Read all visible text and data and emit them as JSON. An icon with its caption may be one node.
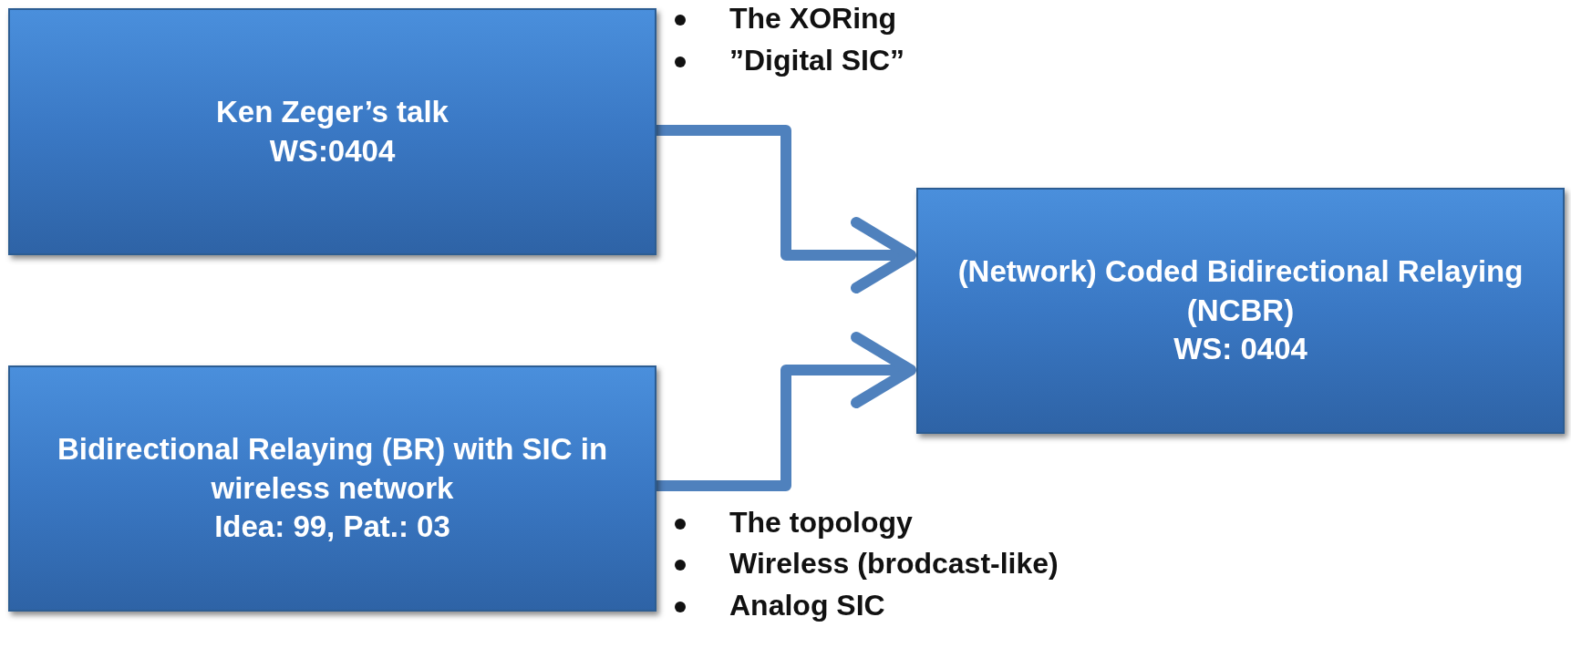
{
  "diagram": {
    "nodes": [
      {
        "text": [
          "Ken Zeger’s talk",
          "WS:0404"
        ]
      },
      {
        "text": [
          "Bidirectional Relaying (BR) with SIC in wireless network",
          "Idea: 99, Pat.: 03"
        ]
      },
      {
        "text": [
          "(Network) Coded Bidirectional Relaying (NCBR)",
          "WS: 0404"
        ]
      }
    ],
    "edges": [
      {
        "from": 0,
        "to": 2,
        "arrow": "to"
      },
      {
        "from": 1,
        "to": 2,
        "arrow": "to"
      }
    ],
    "labels": [
      "The XORing",
      "”Digital SIC”",
      "The topology",
      "Wireless (brodcast-like)",
      "Analog SIC"
    ]
  }
}
